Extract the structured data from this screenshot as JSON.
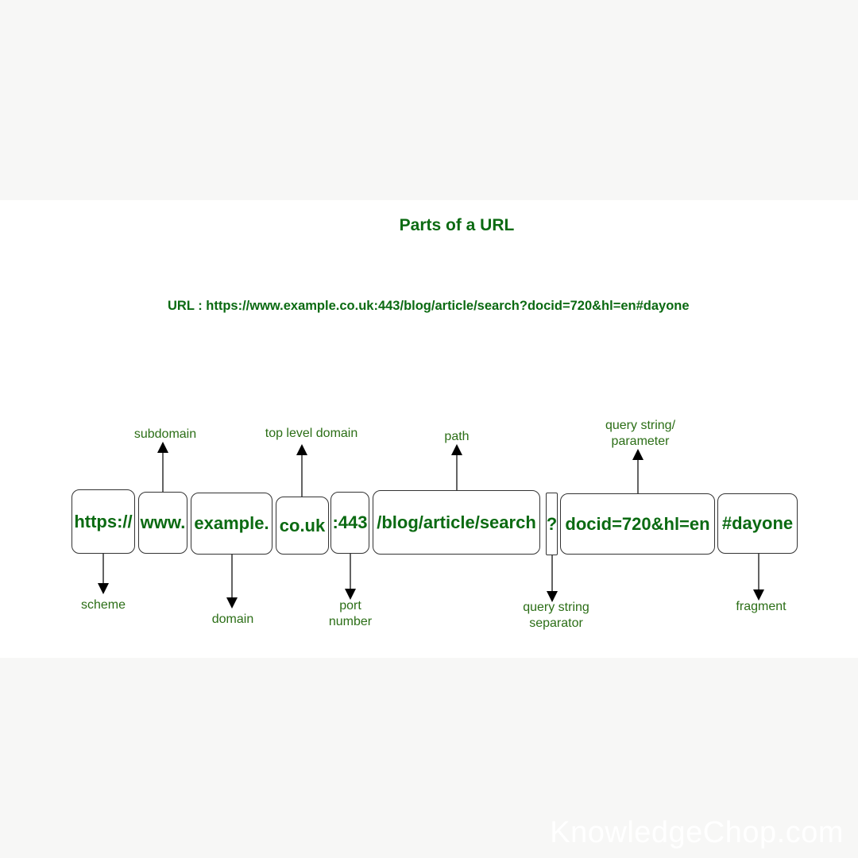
{
  "title": "Parts of a URL",
  "url_line": "URL : https://www.example.co.uk:443/blog/article/search?docid=720&hl=en#dayone",
  "parts": [
    {
      "text": "https://",
      "label": "scheme"
    },
    {
      "text": "www.",
      "label": "subdomain"
    },
    {
      "text": "example.",
      "label": "domain"
    },
    {
      "text": "co.uk",
      "label": "top level domain"
    },
    {
      "text": ":443",
      "label_line1": "port",
      "label_line2": "number"
    },
    {
      "text": "/blog/article/search",
      "label": "path"
    },
    {
      "text": "?",
      "label_line1": "query string",
      "label_line2": "separator"
    },
    {
      "text": "docid=720&hl=en",
      "label_line1": "query string/",
      "label_line2": "parameter"
    },
    {
      "text": "#dayone",
      "label": "fragment"
    }
  ],
  "watermark": "KnowledgeChop.com",
  "colors": {
    "text_green": "#0b6a12",
    "label_green": "#2b6e16",
    "background": "#f7f7f6"
  }
}
